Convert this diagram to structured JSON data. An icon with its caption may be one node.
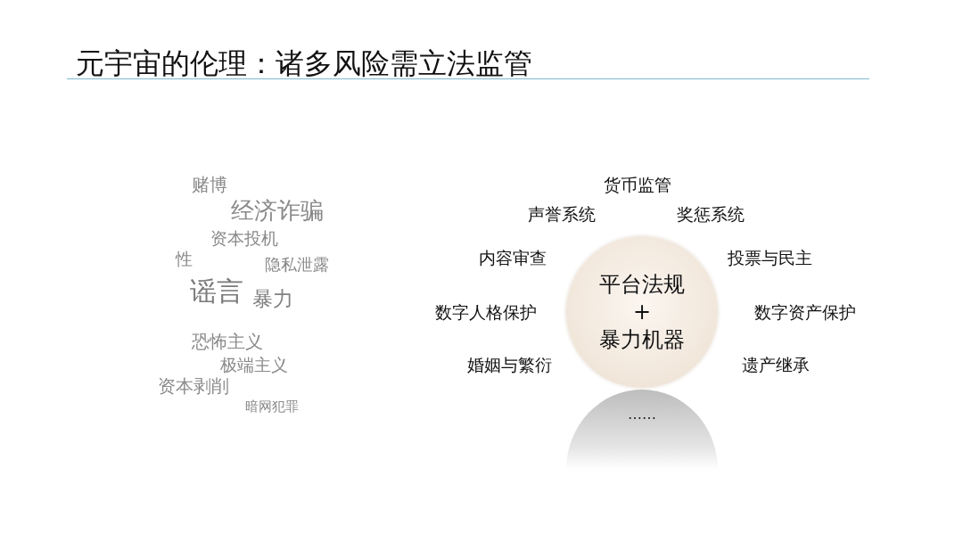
{
  "diagram": {
    "title": "元宇宙的伦理：诸多风险需立法监管",
    "nodes": [
      {
        "text": [
          "平台法规 + 暴力机器"
        ]
      },
      {
        "text": [
          "……"
        ]
      }
    ],
    "labels": [
      "赌博",
      "经济诈骗",
      "资本投机",
      "性",
      "隐私泄露",
      "谣言",
      "暴力",
      "恐怖主义",
      "极端主义",
      "资本剥削",
      "暗网犯罪",
      "货币监管",
      "声誉系统",
      "奖惩系统",
      "内容审查",
      "投票与民主",
      "数字人格保护",
      "数字资产保护",
      "婚姻与繁衍",
      "遗产继承"
    ]
  }
}
